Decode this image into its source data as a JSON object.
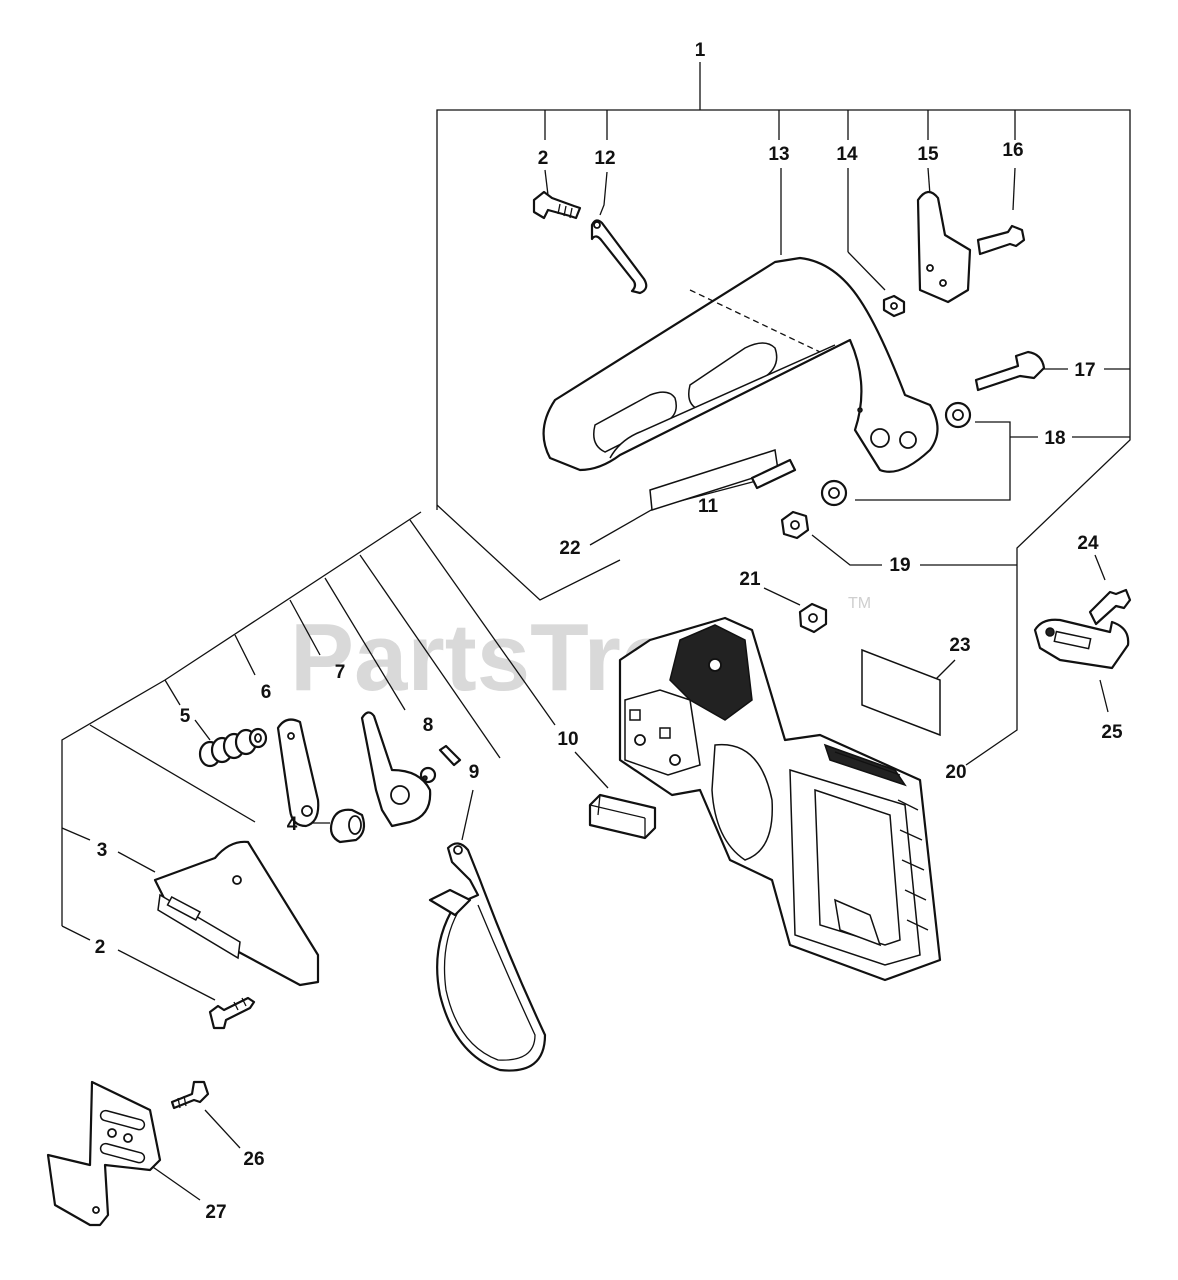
{
  "watermark": {
    "text": "PartsTree",
    "tm": "TM"
  },
  "callouts": {
    "c1": "1",
    "c2a": "2",
    "c2b": "2",
    "c3": "3",
    "c4": "4",
    "c5": "5",
    "c6": "6",
    "c7": "7",
    "c8": "8",
    "c9": "9",
    "c10": "10",
    "c11": "11",
    "c12": "12",
    "c13": "13",
    "c14": "14",
    "c15": "15",
    "c16": "16",
    "c17": "17",
    "c18": "18",
    "c19": "19",
    "c20": "20",
    "c21": "21",
    "c22": "22",
    "c23": "23",
    "c24": "24",
    "c25": "25",
    "c26": "26",
    "c27": "27"
  }
}
